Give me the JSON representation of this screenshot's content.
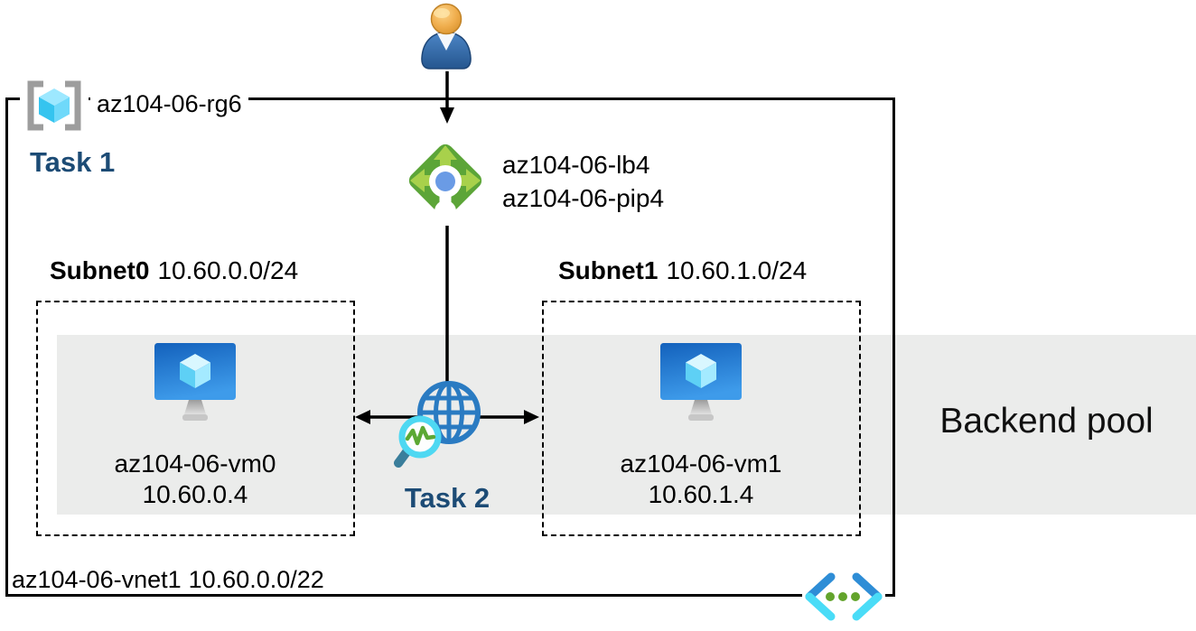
{
  "diagram": {
    "resource_group": {
      "name": "az104-06-rg6",
      "task_label": "Task 1"
    },
    "load_balancer": {
      "name": "az104-06-lb4",
      "public_ip": "az104-06-pip4"
    },
    "subnets": [
      {
        "name": "Subnet0",
        "cidr": "10.60.0.0/24",
        "vm": {
          "name": "az104-06-vm0",
          "ip": "10.60.0.4"
        }
      },
      {
        "name": "Subnet1",
        "cidr": "10.60.1.0/24",
        "vm": {
          "name": "az104-06-vm1",
          "ip": "10.60.1.4"
        }
      }
    ],
    "monitor": {
      "task_label": "Task 2"
    },
    "backend_pool_label": "Backend pool",
    "vnet": {
      "name": "az104-06-vnet1",
      "cidr": "10.60.0.0/22"
    },
    "icons": {
      "user": "user-icon",
      "resource_group": "resource-group-icon",
      "load_balancer": "load-balancer-icon",
      "virtual_machine": "virtual-machine-icon",
      "network_watcher": "network-watcher-icon",
      "virtual_network": "virtual-network-icon"
    },
    "colors": {
      "task_label": "#1C4B75",
      "backend_pool_band": "#EBECEB",
      "load_balancer_green": "#5CA538",
      "load_balancer_arrow_green": "#A8D14B",
      "vm_monitor_blue": "#1361BC",
      "globe_blue": "#2A7BC2",
      "magnifier_cyan": "#4ED8F2",
      "vnet_chevron_blue": "#2E8DD6",
      "vnet_chevron_cyan": "#4ADCF7",
      "vnet_dot_green": "#63A42C",
      "border_black": "#000000"
    }
  }
}
